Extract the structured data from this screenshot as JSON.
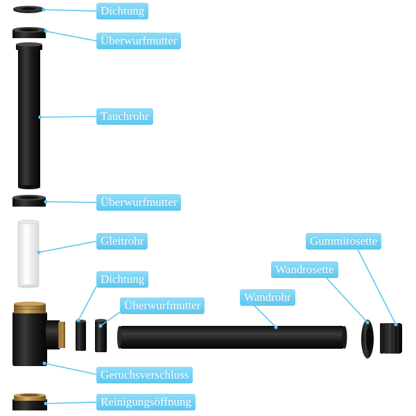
{
  "colors": {
    "label_bg": "#5cc7f0",
    "label_text": "#ffffff",
    "leader_line": "#5cc7f0",
    "part_black": "#1a1a1a",
    "part_brass": "#b88a46",
    "part_white": "#f4f4f4"
  },
  "labels": {
    "dichtung_top": "Dichtung",
    "ueberwurfmutter_top": "Überwurfmutter",
    "tauchrohr": "Tauchrohr",
    "ueberwurfmutter_mid": "Überwurfmutter",
    "gleitrohr": "Gleitrohr",
    "dichtung_low": "Dichtung",
    "ueberwurfmutter_low": "Überwurfmutter",
    "wandrohr": "Wandrohr",
    "wandrosette": "Wandrosette",
    "gummirosette": "Gummirosette",
    "geruchsverschluss": "Geruchsverschluss",
    "reinigungsoeffnung": "Reinigungsöffnung"
  }
}
